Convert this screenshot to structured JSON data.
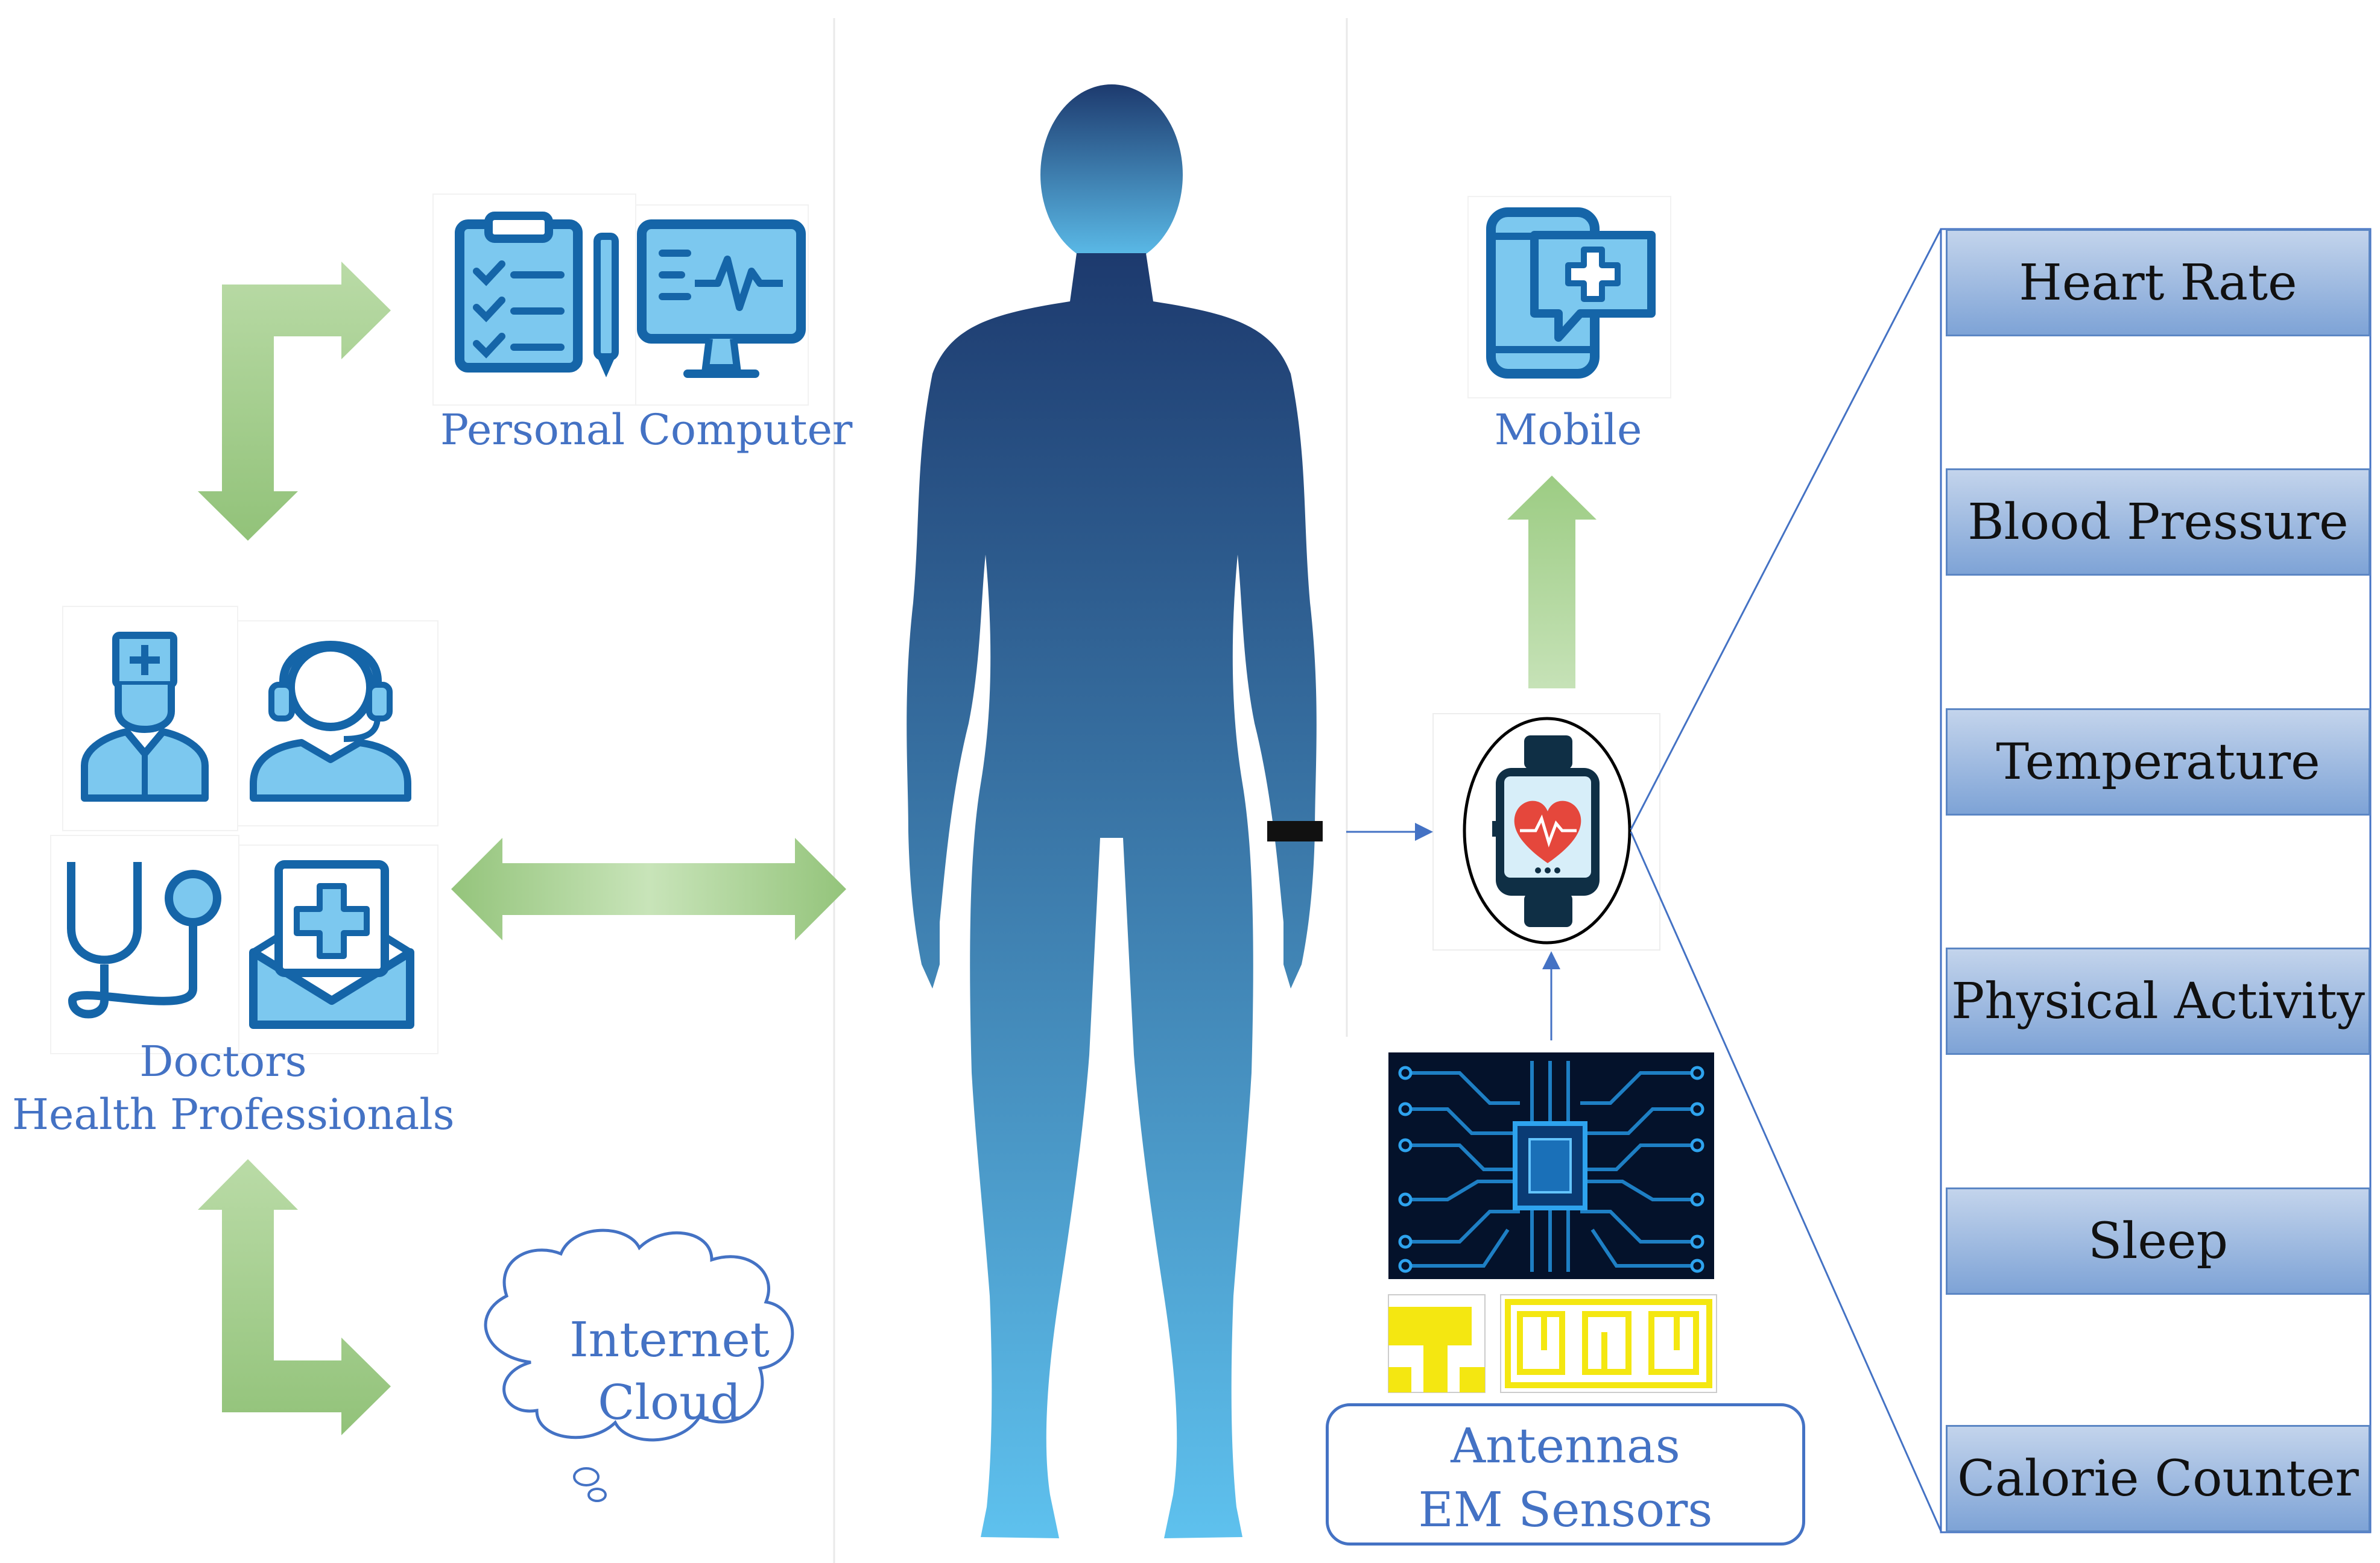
{
  "labels": {
    "personal_computer": "Personal Computer",
    "mobile": "Mobile",
    "doctors_line1": "Doctors",
    "doctors_line2": "Health Professionals",
    "cloud_line1": "Internet",
    "cloud_line2": "Cloud",
    "sensors_line1": "Antennas",
    "sensors_line2": "EM Sensors"
  },
  "parameters": [
    "Heart Rate",
    "Blood Pressure",
    "Temperature",
    "Physical Activity",
    "Sleep",
    "Calorie Counter"
  ],
  "colors": {
    "label_blue": "#4472C4",
    "icon_blue": "#1565a8",
    "icon_fill": "#7cc8ef",
    "arrow_green": "#8fc175",
    "body_top": "#1d3a6e",
    "body_bottom": "#5ec1ee",
    "param_top": "#c3d4ec",
    "param_bottom": "#7ea3d6"
  }
}
